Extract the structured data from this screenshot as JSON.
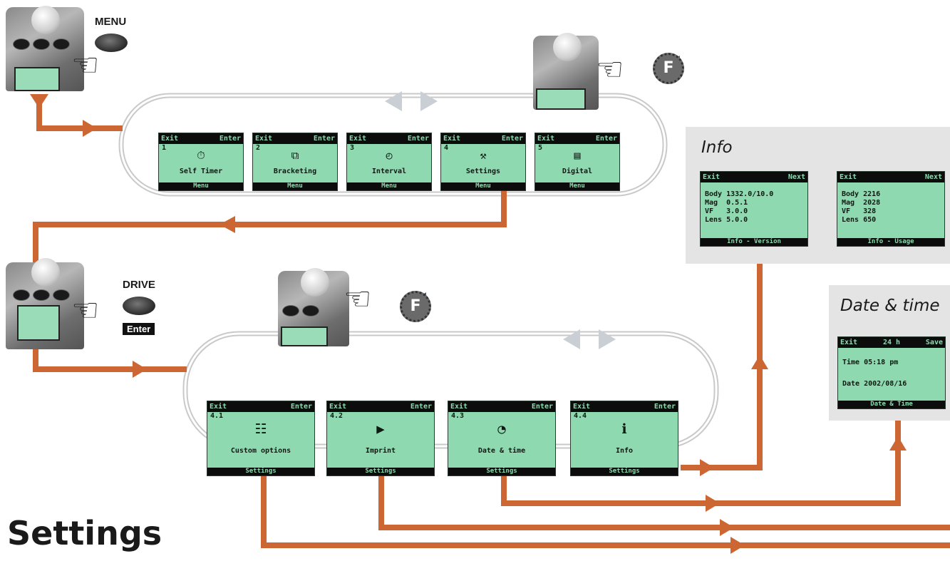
{
  "heading": "Settings",
  "colors": {
    "flow_arrow": "#cc6633",
    "lcd_green": "#8fd9b0",
    "panel_gray": "#e4e4e4"
  },
  "buttons": {
    "menu": "MENU",
    "drive": "DRIVE",
    "enter": "Enter"
  },
  "badges": {
    "f_top": "F",
    "f_mid": "F"
  },
  "icons": {
    "pointing_hand": "pointing-hand-icon",
    "rotate_dial": "rotate-arrow-icon",
    "nav_arrows": "left-right-arrows-icon"
  },
  "menu_screens": [
    {
      "exit": "Exit",
      "enter": "Enter",
      "number": "1",
      "icon": "⏱",
      "label": "Self Timer",
      "footer": "Menu"
    },
    {
      "exit": "Exit",
      "enter": "Enter",
      "number": "2",
      "icon": "⧉",
      "label": "Bracketing",
      "footer": "Menu"
    },
    {
      "exit": "Exit",
      "enter": "Enter",
      "number": "3",
      "icon": "◴",
      "label": "Interval",
      "footer": "Menu"
    },
    {
      "exit": "Exit",
      "enter": "Enter",
      "number": "4",
      "icon": "⚒",
      "label": "Settings",
      "footer": "Menu"
    },
    {
      "exit": "Exit",
      "enter": "Enter",
      "number": "5",
      "icon": "▤",
      "label": "Digital",
      "footer": "Menu"
    }
  ],
  "settings_screens": [
    {
      "exit": "Exit",
      "enter": "Enter",
      "number": "4.1",
      "icon": "☷",
      "label": "Custom options",
      "footer": "Settings"
    },
    {
      "exit": "Exit",
      "enter": "Enter",
      "number": "4.2",
      "icon": "▶",
      "label": "Imprint",
      "footer": "Settings"
    },
    {
      "exit": "Exit",
      "enter": "Enter",
      "number": "4.3",
      "icon": "◔",
      "label": "Date & time",
      "footer": "Settings"
    },
    {
      "exit": "Exit",
      "enter": "Enter",
      "number": "4.4",
      "icon": "ℹ",
      "label": "Info",
      "footer": "Settings"
    }
  ],
  "info_panel": {
    "title": "Info",
    "screens": [
      {
        "left": "Exit",
        "right": "Next",
        "lines": [
          "Body 1332.0/10.0",
          "Mag  0.5.1",
          "VF   3.0.0",
          "Lens 5.0.0"
        ],
        "footer": "Info - Version"
      },
      {
        "left": "Exit",
        "right": "Next",
        "lines": [
          "Body 2216",
          "Mag  2028",
          "VF   328",
          "Lens 650"
        ],
        "footer": "Info - Usage"
      }
    ]
  },
  "date_panel": {
    "title": "Date & time",
    "screen": {
      "left": "Exit",
      "mid": "24 h",
      "right": "Save",
      "time_line": "Time 05:18 pm",
      "date_line": "Date 2002/08/16",
      "footer": "Date & Time"
    }
  }
}
